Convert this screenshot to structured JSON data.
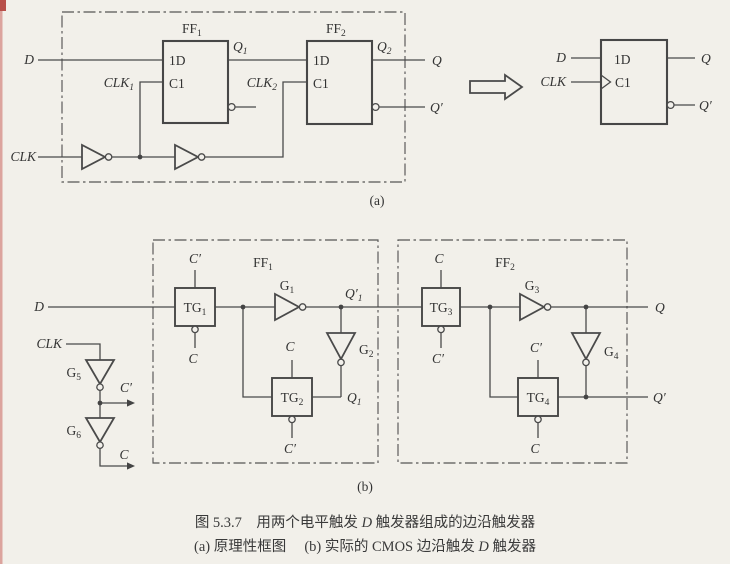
{
  "palette": {
    "background": "#f2f0ea",
    "line": "#4a4a4a",
    "text": "#333333",
    "edge": "#dca49e"
  },
  "a": {
    "tag": "(a)",
    "d_in": "D",
    "clk_in": "CLK",
    "ff1": {
      "base": "FF",
      "sub": "1"
    },
    "ff2": {
      "base": "FF",
      "sub": "2"
    },
    "clk1": {
      "base": "CLK",
      "sub": "1"
    },
    "clk2": {
      "base": "CLK",
      "sub": "2"
    },
    "q1": {
      "base": "Q",
      "sub": "1"
    },
    "q2": {
      "base": "Q",
      "sub": "2"
    },
    "pin_1d": "1D",
    "pin_c1": "C1",
    "q_out": "Q",
    "qbar_out": "Q′",
    "eq": {
      "d_in": "D",
      "clk_in": "CLK",
      "pin_1d": "1D",
      "pin_c1": "C1",
      "q_out": "Q",
      "qbar_out": "Q′"
    }
  },
  "b": {
    "tag": "(b)",
    "d_in": "D",
    "clk_in": "CLK",
    "ff1": {
      "base": "FF",
      "sub": "1"
    },
    "ff2": {
      "base": "FF",
      "sub": "2"
    },
    "tg1": {
      "base": "TG",
      "sub": "1"
    },
    "tg2": {
      "base": "TG",
      "sub": "2"
    },
    "tg3": {
      "base": "TG",
      "sub": "3"
    },
    "tg4": {
      "base": "TG",
      "sub": "4"
    },
    "g1": {
      "base": "G",
      "sub": "1"
    },
    "g2": {
      "base": "G",
      "sub": "2"
    },
    "g3": {
      "base": "G",
      "sub": "3"
    },
    "g4": {
      "base": "G",
      "sub": "4"
    },
    "g5": {
      "base": "G",
      "sub": "5"
    },
    "g6": {
      "base": "G",
      "sub": "6"
    },
    "c": "C",
    "c_bar": "C′",
    "q1p": {
      "base": "Q′",
      "sub": "1"
    },
    "q1": {
      "base": "Q",
      "sub": "1"
    },
    "q_out": "Q",
    "qbar_out": "Q′"
  },
  "caption": {
    "line1_pre": "图 5.3.7　用两个电平触发 ",
    "line1_var": "D",
    "line1_post": " 触发器组成的边沿触发器",
    "line2_pre": "(a) 原理性框图　 (b) 实际的 CMOS 边沿触发 ",
    "line2_var": "D",
    "line2_post": " 触发器"
  }
}
